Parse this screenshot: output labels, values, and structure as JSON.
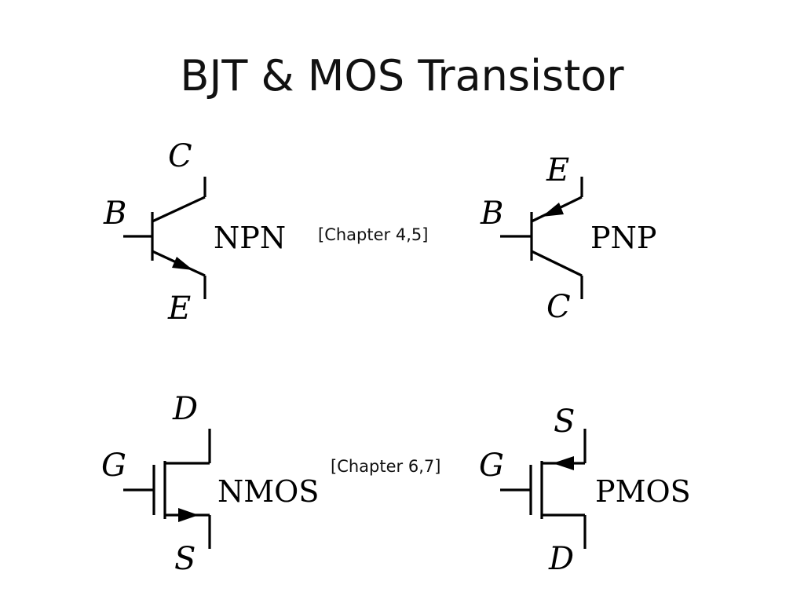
{
  "slide": {
    "title": "BJT & MOS Transistor"
  },
  "bjt": {
    "chapter_note": "[Chapter 4,5]",
    "npn": {
      "name": "NPN",
      "terminal_top": "C",
      "terminal_left": "B",
      "terminal_bottom": "E"
    },
    "pnp": {
      "name": "PNP",
      "terminal_top": "E",
      "terminal_left": "B",
      "terminal_bottom": "C"
    }
  },
  "mos": {
    "chapter_note": "[Chapter 6,7]",
    "nmos": {
      "name": "NMOS",
      "terminal_top": "D",
      "terminal_left": "G",
      "terminal_bottom": "S"
    },
    "pmos": {
      "name": "PMOS",
      "terminal_top": "S",
      "terminal_left": "G",
      "terminal_bottom": "D"
    }
  },
  "colors": {
    "background": "#ffffff",
    "ink": "#000000"
  }
}
